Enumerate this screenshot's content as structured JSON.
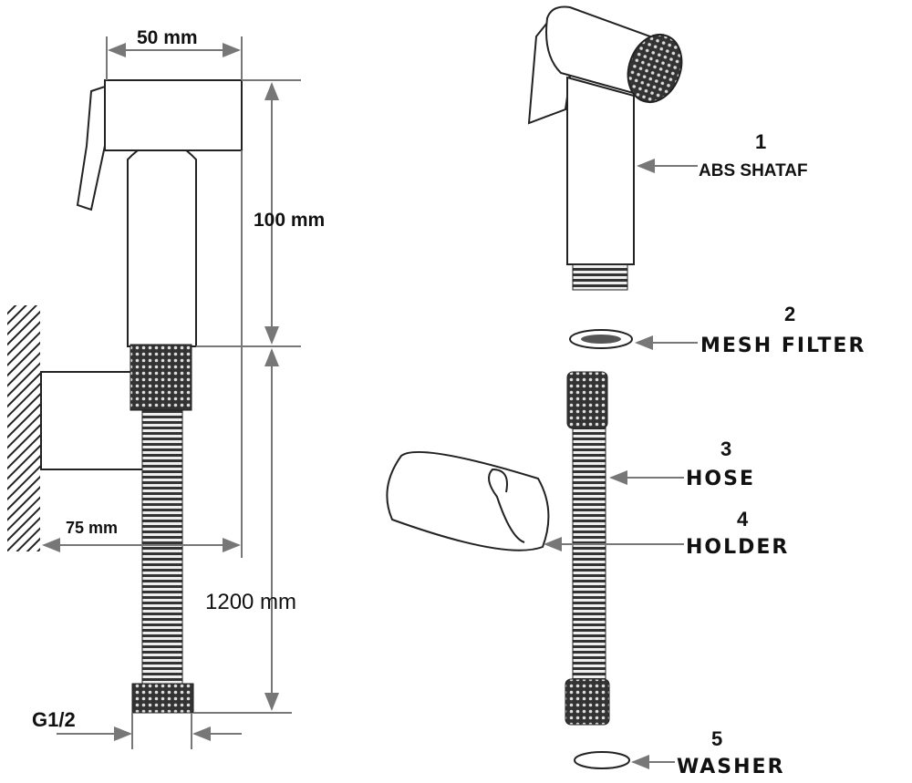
{
  "dimensions": {
    "head_width": "50 mm",
    "handle_height": "100 mm",
    "hose_length": "1200 mm",
    "holder_depth": "75 mm",
    "thread": "G1/2"
  },
  "parts": [
    {
      "number": "1",
      "name": "ABS SHATAF"
    },
    {
      "number": "2",
      "name": "MESH FILTER"
    },
    {
      "number": "3",
      "name": "HOSE"
    },
    {
      "number": "4",
      "name": "HOLDER"
    },
    {
      "number": "5",
      "name": "WASHER"
    }
  ]
}
